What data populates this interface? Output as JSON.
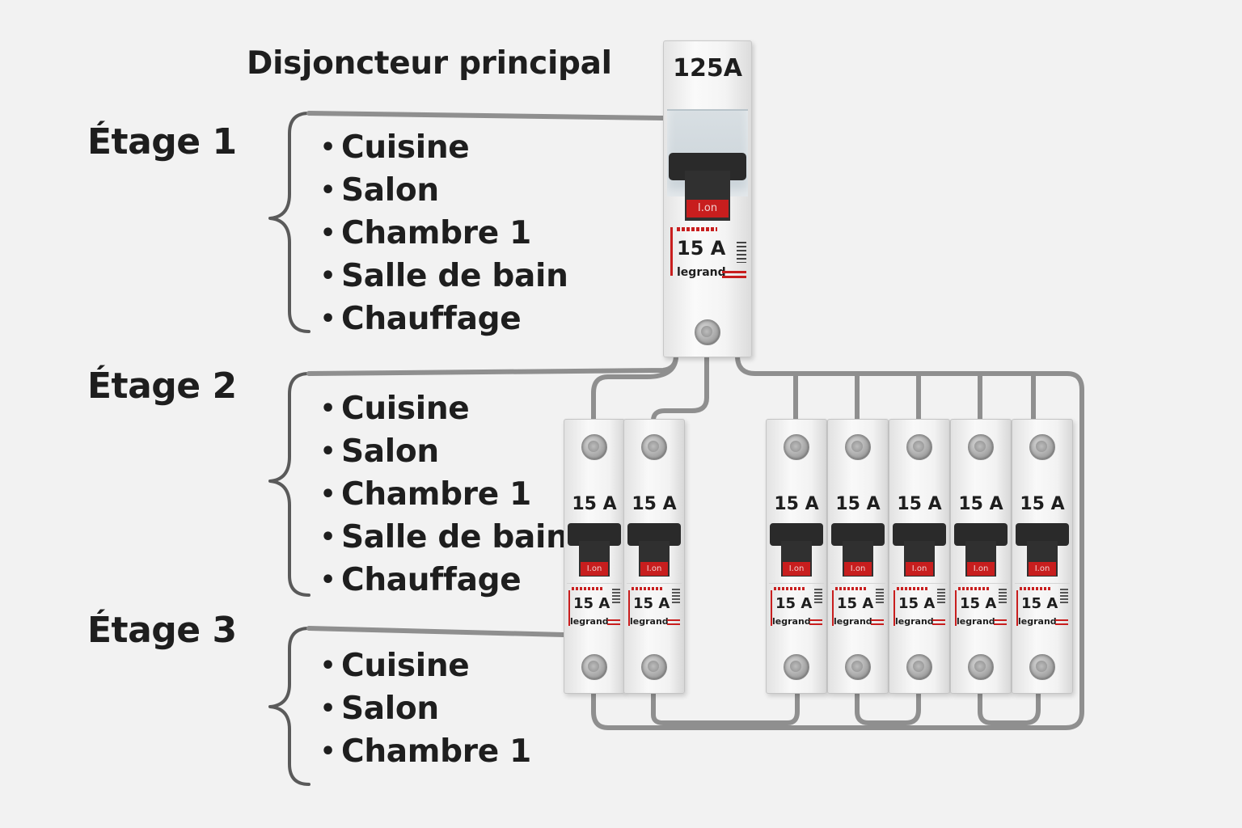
{
  "main_breaker": {
    "title": "Disjoncteur principal",
    "rating": "125A",
    "on_label": "I.on",
    "plate_rating": "15 A",
    "brand": "legrand"
  },
  "floors": [
    {
      "label": "Étage 1",
      "rooms": [
        "Cuisine",
        "Salon",
        "Chambre 1",
        "Salle de bain",
        "Chauffage"
      ]
    },
    {
      "label": "Étage 2",
      "rooms": [
        "Cuisine",
        "Salon",
        "Chambre 1",
        "Salle de bain",
        "Chauffage"
      ]
    },
    {
      "label": "Étage 3",
      "rooms": [
        "Cuisine",
        "Salon",
        "Chambre 1"
      ]
    }
  ],
  "breakers": [
    {
      "rating": "15 A",
      "on_label": "I.on",
      "plate_rating": "15 A",
      "brand": "legrand"
    },
    {
      "rating": "15 A",
      "on_label": "I.on",
      "plate_rating": "15 A",
      "brand": "legrand"
    },
    {
      "rating": "15 A",
      "on_label": "I.on",
      "plate_rating": "15 A",
      "brand": "legrand"
    },
    {
      "rating": "15 A",
      "on_label": "I.on",
      "plate_rating": "15 A",
      "brand": "legrand"
    },
    {
      "rating": "15 A",
      "on_label": "I.on",
      "plate_rating": "15 A",
      "brand": "legrand"
    },
    {
      "rating": "15 A",
      "on_label": "I.on",
      "plate_rating": "15 A",
      "brand": "legrand"
    },
    {
      "rating": "15 A",
      "on_label": "I.on",
      "plate_rating": "15 A",
      "brand": "legrand"
    }
  ],
  "colors": {
    "wire": "#8f8f8f",
    "brace": "#5a5a5a",
    "accent_red": "#c81e1e",
    "text": "#1e1e1e"
  }
}
